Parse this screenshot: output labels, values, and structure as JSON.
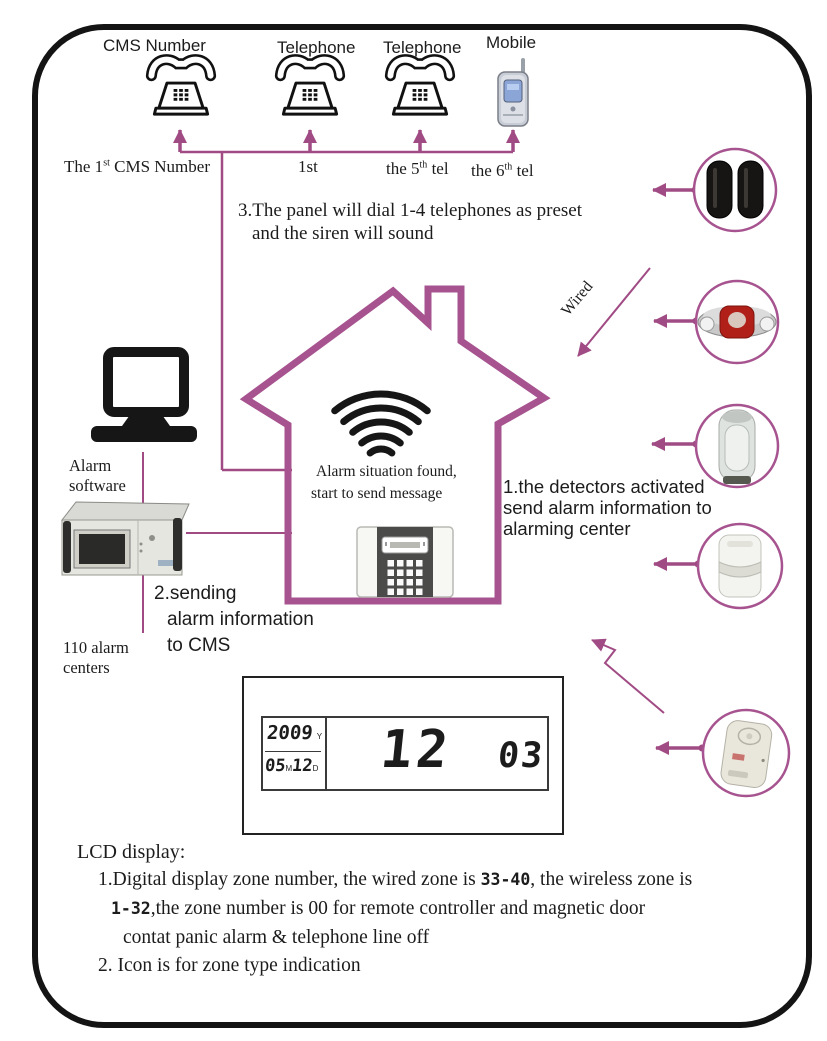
{
  "colors": {
    "line_purple": "#a14b85",
    "house_purple": "#a6538f",
    "ink": "#1c1c1c",
    "lcd_red": "#cc2200"
  },
  "top_phones": {
    "items": [
      {
        "label": "CMS Number",
        "sub_pre": "The 1",
        "sub_sup": "st",
        "sub_post": " CMS Number",
        "icon": "telephone-icon"
      },
      {
        "label": "Telephone",
        "sub_pre": "1st",
        "sub_sup": "",
        "sub_post": "",
        "icon": "telephone-icon"
      },
      {
        "label": "Telephone",
        "sub_pre": "the 5",
        "sub_sup": "th",
        "sub_post": " tel",
        "icon": "telephone-icon"
      },
      {
        "label": "Mobile",
        "sub_pre": "the 6",
        "sub_sup": "th",
        "sub_post": " tel",
        "icon": "mobile-phone-icon"
      }
    ]
  },
  "step3": {
    "line1": "3.The panel will dial 1-4 telephones as preset",
    "line2": "and the siren will sound"
  },
  "cms_side": {
    "software_line1": "Alarm",
    "software_line2": "software",
    "centers_line1": "110 alarm",
    "centers_line2": "centers"
  },
  "step2": {
    "line1": "2.sending",
    "line2": "alarm information",
    "line3": "to CMS"
  },
  "house": {
    "message_line1": "Alarm situation found,",
    "message_line2": "start to send message"
  },
  "step1": {
    "line1": "1.the detectors activated",
    "line2": "send alarm information to",
    "line3": "alarming center"
  },
  "wired": {
    "label": "Wired"
  },
  "detectors": [
    {
      "icon": "infrared-beam-detector-icon"
    },
    {
      "icon": "strobe-siren-icon"
    },
    {
      "icon": "curtain-detector-icon"
    },
    {
      "icon": "pir-motion-detector-icon"
    },
    {
      "icon": "wall-mounted-detector-icon"
    }
  ],
  "lcd": {
    "year": "2009",
    "year_unit": "Y",
    "month": "05",
    "month_unit": "M",
    "day": "12",
    "day_unit": "D",
    "zone_number": "12",
    "aux_number": "03"
  },
  "notes": {
    "title": "LCD display:",
    "item1_a": "1.Digital display zone number, the wired zone is ",
    "item1_code1": "33-40",
    "item1_b": ", the wireless zone is",
    "item1_code2": "1-32",
    "item1_c": ",the zone number is 00 for remote controller and magnetic door",
    "item1_d": "contat panic alarm & telephone line off",
    "item2": "2. Icon is for zone type indication"
  }
}
